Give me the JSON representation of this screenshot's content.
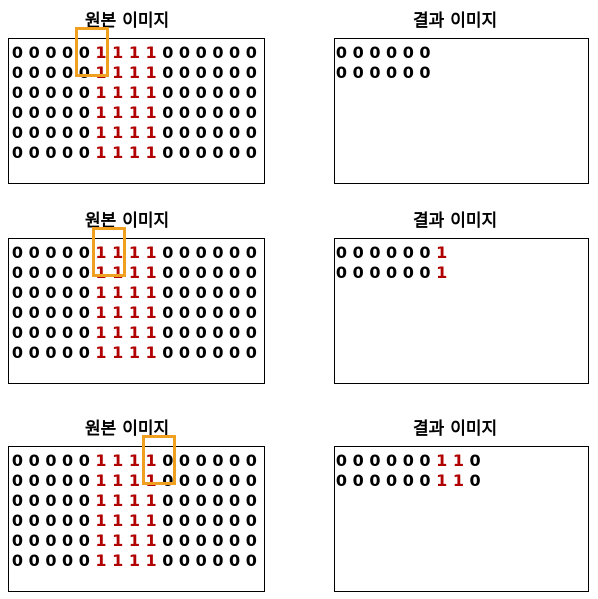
{
  "colors": {
    "zero": "#000000",
    "one": "#b00000",
    "highlight": "#f0a020"
  },
  "panels": [
    {
      "src_title": "원본 이미지",
      "dst_title": "결과 이미지",
      "src_rows": [
        "000001111000000",
        "000001111000000",
        "000001111000000",
        "000001111000000",
        "000001111000000",
        "000001111000000"
      ],
      "dst_rows": [
        "000000",
        "000000"
      ],
      "highlight_col": 4
    },
    {
      "src_title": "원본 이미지",
      "dst_title": "결과 이미지",
      "src_rows": [
        "000001111000000",
        "000001111000000",
        "000001111000000",
        "000001111000000",
        "000001111000000",
        "000001111000000"
      ],
      "dst_rows": [
        "0000001",
        "0000001"
      ],
      "highlight_col": 5
    },
    {
      "src_title": "원본 이미지",
      "dst_title": "결과 이미지",
      "src_rows": [
        "000001111000000",
        "000001111000000",
        "000001111000000",
        "000001111000000",
        "000001111000000",
        "000001111000000"
      ],
      "dst_rows": [
        "000000110",
        "000000110"
      ],
      "highlight_col": 8
    }
  ]
}
